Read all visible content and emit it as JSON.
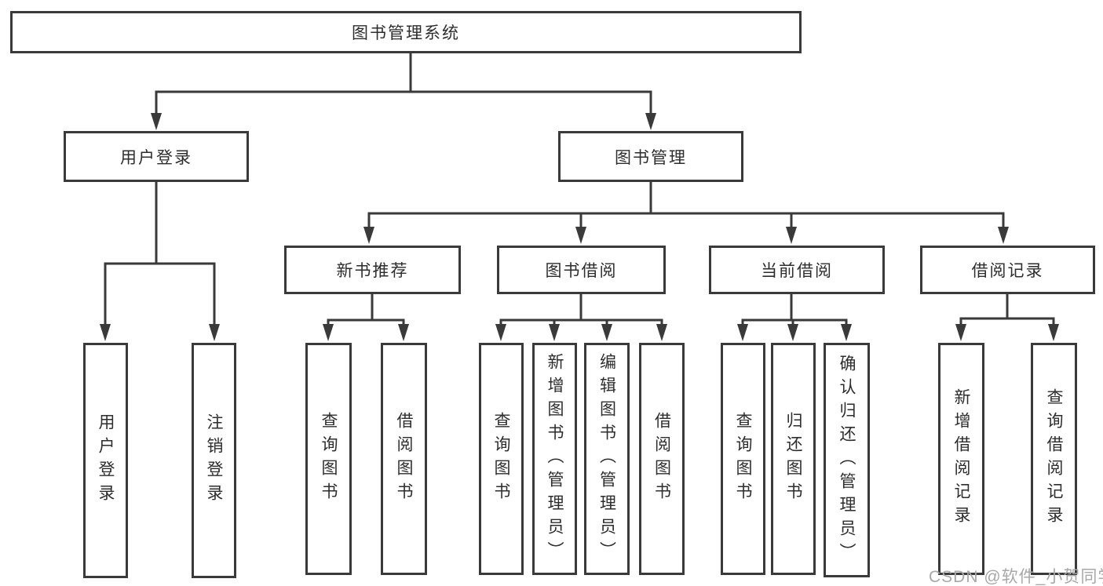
{
  "nodes": {
    "root": "图书管理系统",
    "user_login": "用户登录",
    "book_management": "图书管理",
    "new_book_recommend": "新书推荐",
    "book_borrow": "图书借阅",
    "current_borrow": "当前借阅",
    "borrow_records": "借阅记录",
    "leaf_user_login": "用户登录",
    "leaf_logout": "注销登录",
    "leaf_recommend_query": "查询图书",
    "leaf_recommend_borrow": "借阅图书",
    "leaf_borrow_query": "查询图书",
    "leaf_borrow_add": "新增图书（管理员）",
    "leaf_borrow_edit": "编辑图书（管理员）",
    "leaf_borrow_lend": "借阅图书",
    "leaf_current_query": "查询图书",
    "leaf_current_return": "归还图书",
    "leaf_current_confirm": "确认归还（管理员）",
    "leaf_records_add": "新增借阅记录",
    "leaf_records_query": "查询借阅记录"
  },
  "hierarchy": {
    "root": [
      "user_login",
      "book_management"
    ],
    "user_login": [
      "leaf_user_login",
      "leaf_logout"
    ],
    "book_management": [
      "new_book_recommend",
      "book_borrow",
      "current_borrow",
      "borrow_records"
    ],
    "new_book_recommend": [
      "leaf_recommend_query",
      "leaf_recommend_borrow"
    ],
    "book_borrow": [
      "leaf_borrow_query",
      "leaf_borrow_add",
      "leaf_borrow_edit",
      "leaf_borrow_lend"
    ],
    "current_borrow": [
      "leaf_current_query",
      "leaf_current_return",
      "leaf_current_confirm"
    ],
    "borrow_records": [
      "leaf_records_add",
      "leaf_records_query"
    ]
  },
  "watermark": {
    "text": "CSDN @软件_小贺同学",
    "color": "#a8a8a8"
  },
  "colors": {
    "line": "#3a3a3a",
    "text": "#2d2d2d",
    "background": "#ffffff"
  }
}
